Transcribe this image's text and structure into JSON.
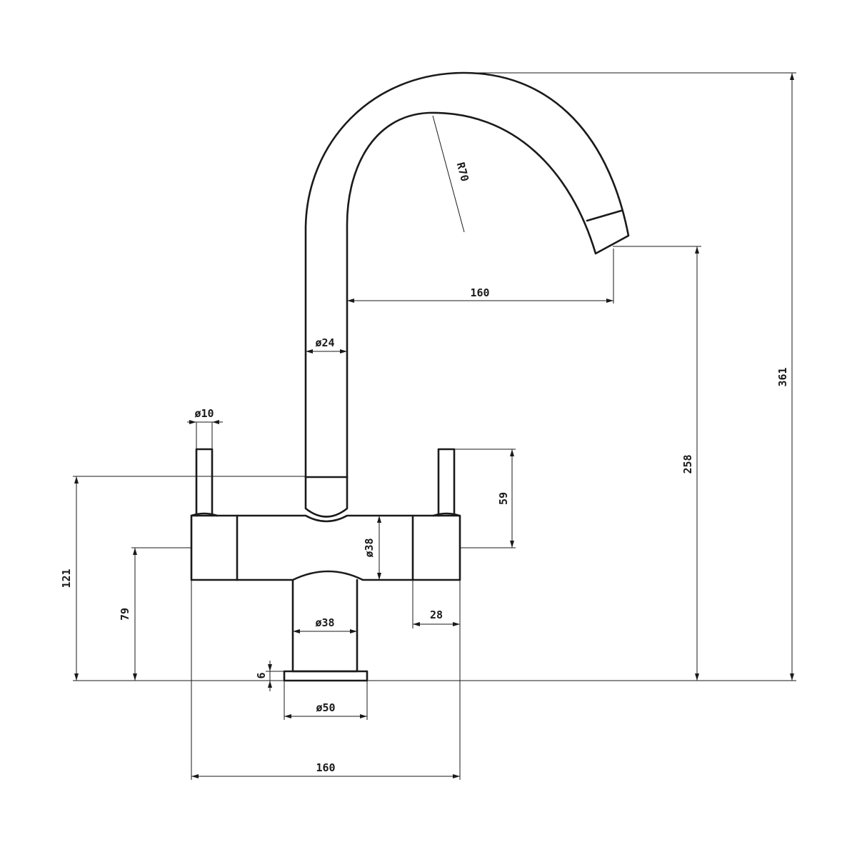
{
  "drawing": {
    "subject": "faucet",
    "line_color": "#1a1a1a",
    "background": "#ffffff"
  },
  "dimensions": {
    "spout_reach": "160",
    "spout_radius": "R70",
    "riser_diameter": "ø24",
    "handle_diameter": "ø10",
    "handle_height": "59",
    "body_diameter": "ø38",
    "end_cap_width": "28",
    "stem_diameter": "ø38",
    "base_thickness": "6",
    "base_diameter": "ø50",
    "body_width": "160",
    "body_top_height": "121",
    "body_center_height": "79",
    "outlet_height": "258",
    "total_height": "361"
  }
}
